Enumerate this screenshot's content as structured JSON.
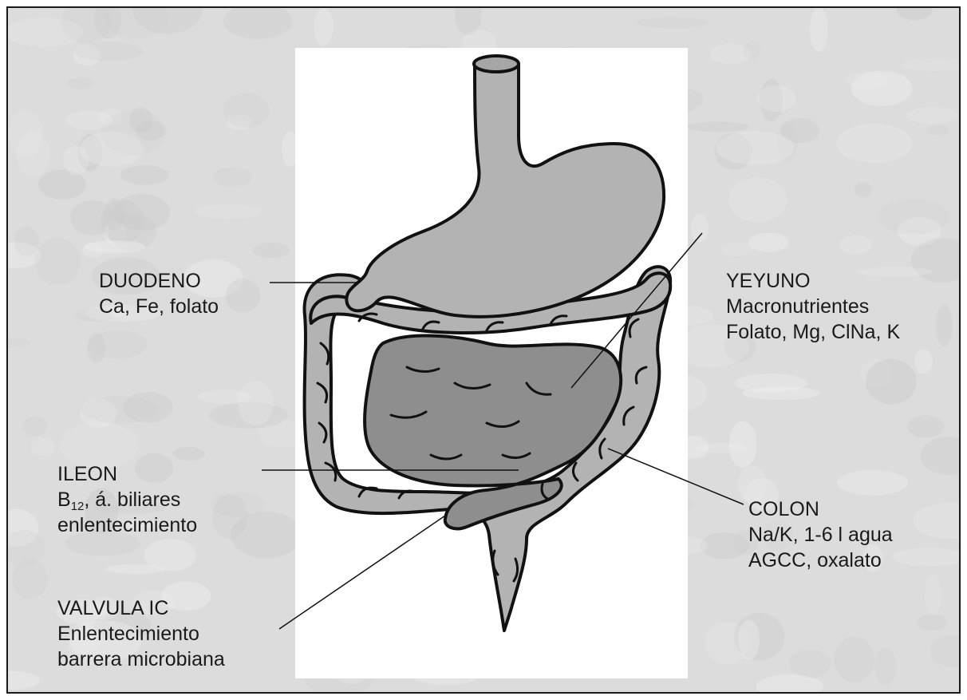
{
  "colors": {
    "organ_fill": "#b3b3b3",
    "small_intestine_fill": "#8e8e8e",
    "outline": "#111111",
    "background": "#dcdcdc",
    "panel": "#ffffff"
  },
  "labels": {
    "duodeno": {
      "title": "DUODENO",
      "line1": "Ca, Fe, folato"
    },
    "yeyuno": {
      "title": "YEYUNO",
      "line1": "Macronutrientes",
      "line2": "Folato, Mg, ClNa, K"
    },
    "ileon": {
      "title": "ILEON",
      "b": "B",
      "sub": "12",
      "rest": ", á. biliares",
      "line2": "enlentecimiento"
    },
    "colon": {
      "title": "COLON",
      "line1": "Na/K, 1-6 l agua",
      "line2": "AGCC, oxalato"
    },
    "valvula": {
      "title": "VALVULA IC",
      "line1": "Enlentecimiento",
      "line2": "barrera microbiana"
    }
  }
}
